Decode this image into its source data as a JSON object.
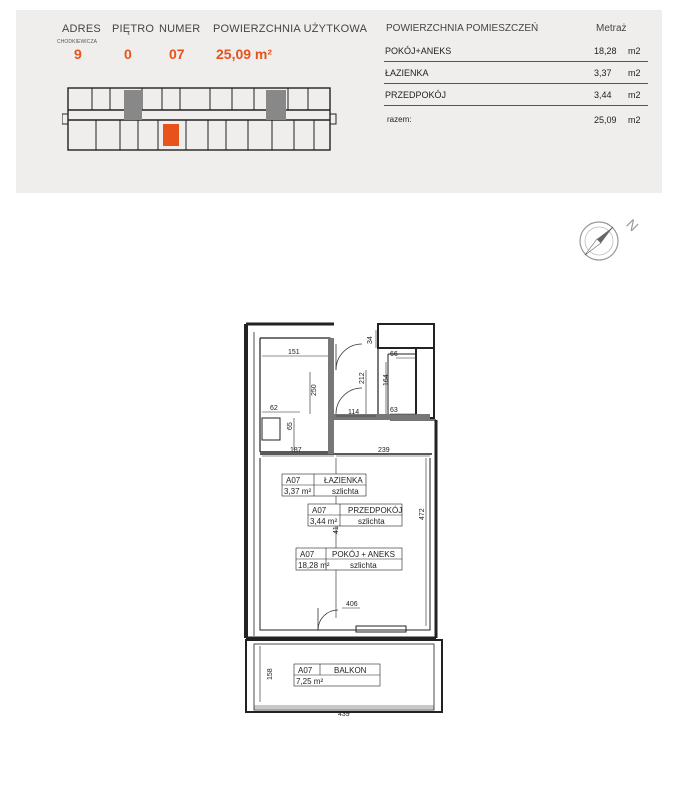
{
  "header": {
    "adres_label": "ADRES",
    "street": "CHODKIEWICZA",
    "adres_value": "9",
    "pietro_label": "PIĘTRO",
    "pietro_value": "0",
    "numer_label": "NUMER",
    "numer_value": "07",
    "area_label": "POWIERZCHNIA UŻYTKOWA",
    "area_value": "25,09 m²"
  },
  "rooms_table": {
    "title": "POWIERZCHNIA POMIESZCZEŃ",
    "metraz_label": "Metraż",
    "rows": [
      {
        "name": "POKÓJ+ANEKS",
        "value": "18,28",
        "unit": "m2"
      },
      {
        "name": "ŁAZIENKA",
        "value": "3,37",
        "unit": "m2"
      },
      {
        "name": "PRZEDPOKÓJ",
        "value": "3,44",
        "unit": "m2"
      }
    ],
    "total": {
      "name": "razem:",
      "value": "25,09",
      "unit": "m2"
    }
  },
  "compass": {
    "north_letter": "N"
  },
  "floor_plan": {
    "dimensions": {
      "d151": "151",
      "d34": "34",
      "d66": "66",
      "d250": "250",
      "d212": "212",
      "d164": "164",
      "d62": "62",
      "d114": "114",
      "d63": "63",
      "d65": "65",
      "d187": "187",
      "d239": "239",
      "d419": "419",
      "d472": "472",
      "d406": "406",
      "d158": "158",
      "d439": "439"
    },
    "room_labels": {
      "lazienka": {
        "code": "A07",
        "name": "ŁAZIENKA",
        "area": "3,37 m²",
        "finish": "szlichta"
      },
      "przedpokoj": {
        "code": "A07",
        "name": "PRZEDPOKÓJ",
        "area": "3,44 m²",
        "finish": "szlichta"
      },
      "pokoj": {
        "code": "A07",
        "name": "POKÓJ + ANEKS",
        "area": "18,28 m²",
        "finish": "szlichta"
      },
      "balkon": {
        "code": "A07",
        "name": "BALKON",
        "area": "7,25 m²"
      }
    }
  },
  "colors": {
    "accent": "#e8531b",
    "panel": "#efeeed",
    "wall": "#222222"
  }
}
